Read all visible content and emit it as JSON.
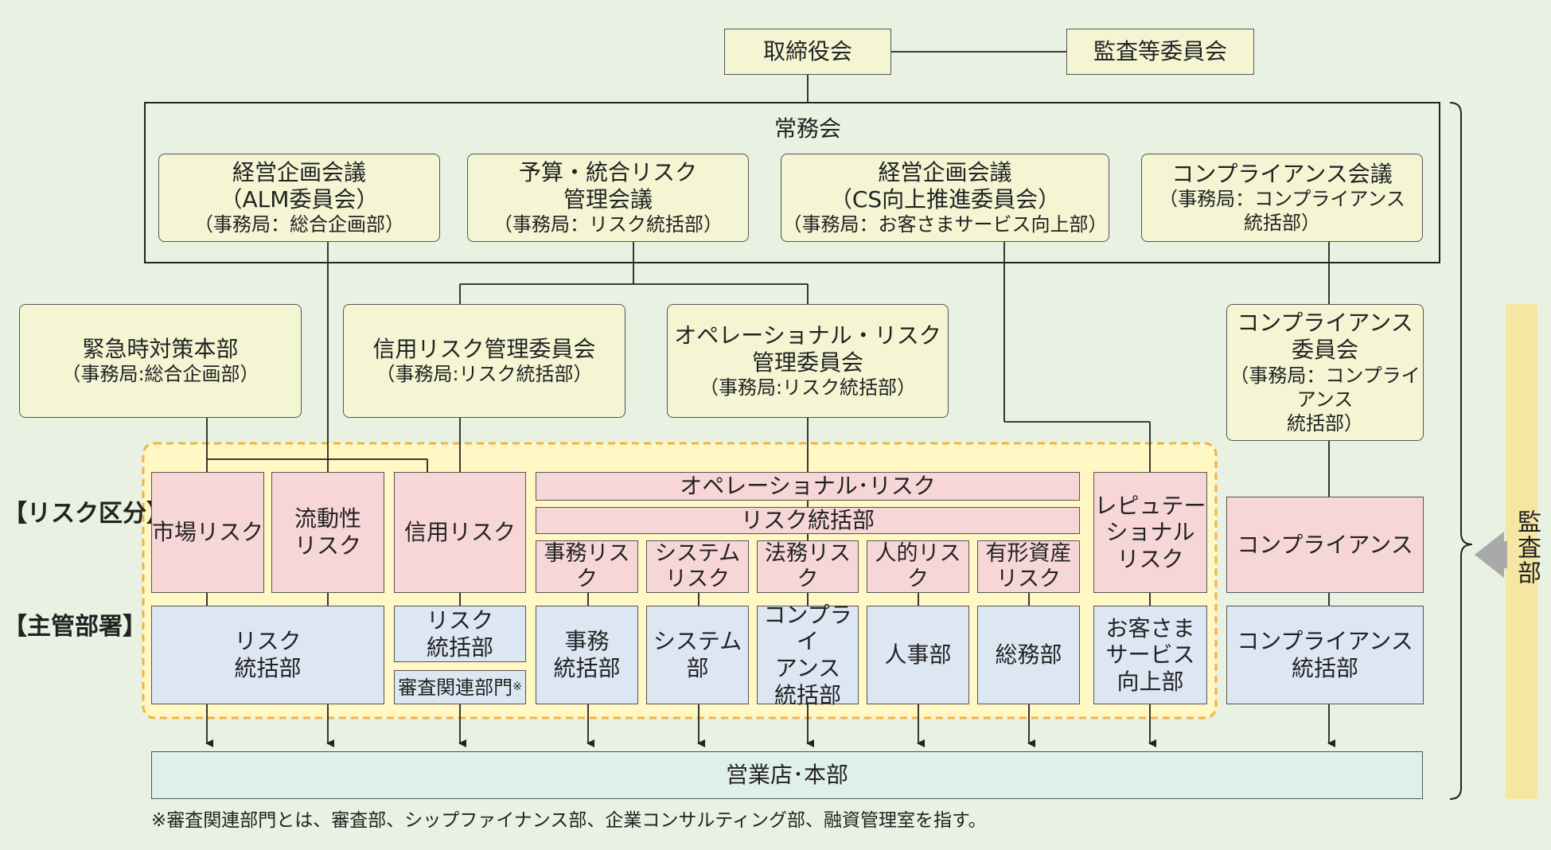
{
  "top": {
    "board": "取締役会",
    "audit_committee": "監査等委員会"
  },
  "executive": {
    "title": "常務会",
    "meetings": [
      {
        "name": "経営企画会議\n（ALM委員会）",
        "office": "（事務局：総合企画部）"
      },
      {
        "name": "予算・統合リスク\n管理会議",
        "office": "（事務局：リスク統括部）"
      },
      {
        "name": "経営企画会議\n（CS向上推進委員会）",
        "office": "（事務局：お客さまサービス向上部）"
      },
      {
        "name": "コンプライアンス会議",
        "office": "（事務局：コンプライアンス\n統括部）"
      }
    ]
  },
  "committees": [
    {
      "name": "緊急時対策本部",
      "office": "（事務局:総合企画部）"
    },
    {
      "name": "信用リスク管理委員会",
      "office": "（事務局:リスク統括部）"
    },
    {
      "name": "オペレーショナル・リスク\n管理委員会",
      "office": "（事務局:リスク統括部）"
    },
    {
      "name": "コンプライアンス\n委員会",
      "office": "（事務局：コンプライアンス\n統括部）"
    }
  ],
  "labels": {
    "risk_category": "【リスク区分】",
    "department": "【主管部署】",
    "audit_dept": "監査部"
  },
  "risks": {
    "market": "市場リスク",
    "liquidity": "流動性\nリスク",
    "credit": "信用リスク",
    "operational": "オペレーショナル･リスク",
    "risk_mgmt": "リスク統括部",
    "admin": "事務リスク",
    "system": "システム\nリスク",
    "legal": "法務リスク",
    "human": "人的リスク",
    "tangible": "有形資産\nリスク",
    "reputation": "レピュテー\nショナル\nリスク",
    "compliance": "コンプライアンス"
  },
  "departments": {
    "risk_mgmt": "リスク\n統括部",
    "credit_risk_mgmt": "リスク\n統括部",
    "credit_review": "審査関連部門",
    "credit_review_mark": "※",
    "admin": "事務\n統括部",
    "system": "システム部",
    "compliance_op": "コンプライ\nアンス\n統括部",
    "hr": "人事部",
    "general": "総務部",
    "cs": "お客さま\nサービス\n向上部",
    "compliance": "コンプライアンス\n統括部"
  },
  "branches": "営業店･本部",
  "footnote": "※審査関連部門とは、審査部、シップファイナンス部、企業コンサルティング部、融資管理室を指す。",
  "colors": {
    "background": "#e9f1e2",
    "meeting_fill": "#f3f5d3",
    "risk_fill": "#f7d6d8",
    "department_fill": "#dde7f4",
    "branch_fill": "#dff0ec",
    "highlight_fill": "#fff7c4",
    "highlight_border": "#f3b33d",
    "audit_bar": "#f5e7a2"
  }
}
